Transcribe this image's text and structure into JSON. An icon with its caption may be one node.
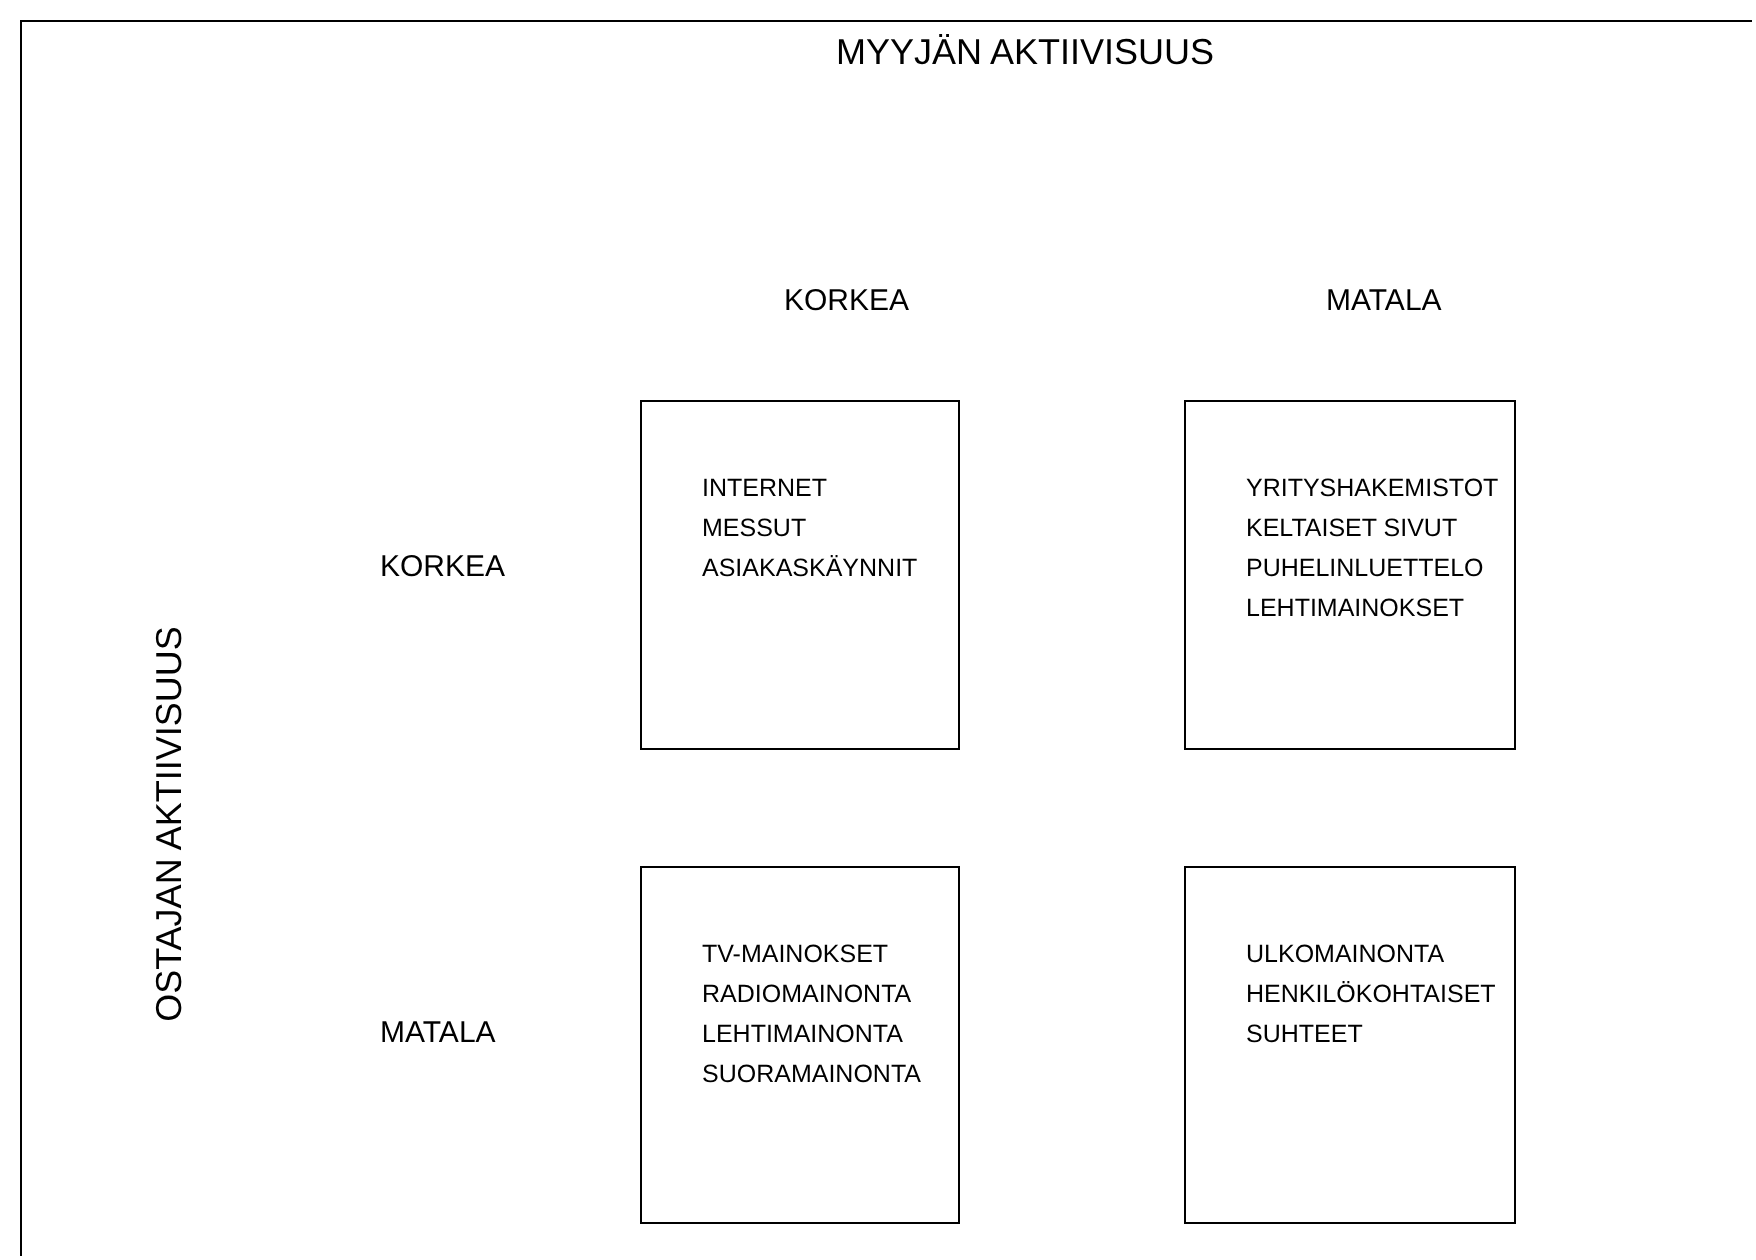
{
  "diagram": {
    "title": "MYYJÄN AKTIIVISUUS",
    "nodes": [
      {
        "text": [
          "INTERNET",
          "MESSUT",
          "ASIAKASKÄYNNIT"
        ]
      },
      {
        "text": [
          "YRITYSHAKEMISTOT",
          "KELTAISET SIVUT",
          "PUHELINLUETTELO",
          "LEHTIMAINOKSET"
        ]
      },
      {
        "text": [
          "TV-MAINOKSET",
          "RADIOMAINONTA",
          "LEHTIMAINONTA",
          "SUORAMAINONTA"
        ]
      },
      {
        "text": [
          "ULKOMAINONTA",
          "HENKILÖKOHTAISET SUHTEET"
        ]
      }
    ],
    "edges": [],
    "labels": [
      "KORKEA",
      "MATALA",
      "OSTAJAN AKTIIVISUUS",
      "KORKEA",
      "MATALA"
    ]
  }
}
